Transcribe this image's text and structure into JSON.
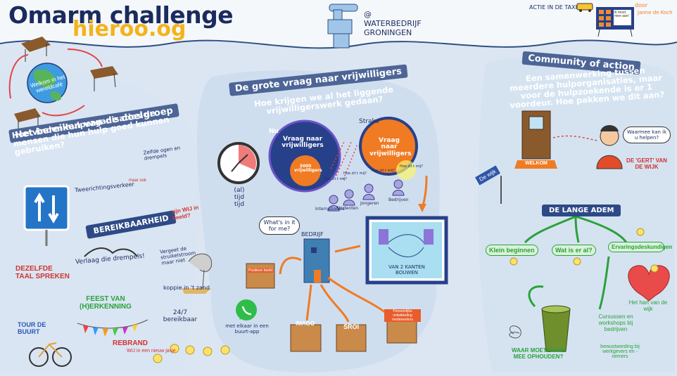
{
  "header": {
    "title": "Omarm challenge",
    "brand": "hieroo.og",
    "organizer": "@ WATERBEDRIJF GRONINGEN",
    "actie_label": "ACTIE IN DE TAXI",
    "door_label": "door",
    "author": "Janne de Koch",
    "board_text": "ik moet mee aan!"
  },
  "left": {
    "globe_text": "Welkom in het wereldcafé",
    "section_title": "Het bereiken van de doelgroep",
    "section_question": "Hoe vinden hulporganisaties de mensen die hun hulp goed kunnen gebruiken?",
    "center_label": "BEREIKBAARHEID",
    "items": {
      "tweerichtingsverkeer": "Tweerichtingsverkeer",
      "maar_ook": "maar ook",
      "zelfde_ogen": "Zelfde ogen en drempels",
      "zijn_wij": "zijn WIJ in beeld?",
      "verlaag": "Verlaag die drempels!",
      "vergeet": "Vergeet de struikelstroom maar niet",
      "koppie": "koppie in 't zand",
      "dezelfde_taal": "DEZELFDE TAAL SPREKEN",
      "feest": "FEEST VAN (H)ERKENNING",
      "tour": "TOUR DE BUURT",
      "rebrand": "REBRAND",
      "wij_nieuw": "WIJ in een nieuw jasje",
      "bereikbaar": "24/7 bereikbaar"
    }
  },
  "middle": {
    "section_title": "De grote vraag naar vrijwilligers",
    "section_question": "Hoe krijgen we al het liggende vrijwilligerswerk gedaan?",
    "nu": "Nu",
    "straks": "Straks",
    "bubble_now": "Vraag naar vrijwilligers",
    "bubble_now_inner": "3000 vrijwilligers",
    "bubble_later": "Vraag naar vrijwilligers",
    "people": [
      "Internationals",
      "Studenten",
      "Jongeren",
      "Bedrijven"
    ],
    "speech": "Hoe zit t mij?",
    "tijd": "(al) tijd tijd",
    "bedrijf": "BEDRIJF",
    "whats_in": "What's in it for me?",
    "van_kanten": "VAN 2 KANTEN BOUWEN",
    "boxes": [
      "Positieve beeld",
      "IMAGO",
      "SROI",
      "Persoonlijke ontwikkeling medewerkers"
    ],
    "whatsapp_text": "met elkaar in een buurt-app"
  },
  "right": {
    "section_title": "Community of action",
    "section_question": "Een samenwerking tussen meerdere hulporganisaties, maar voor de hulpzoekende is er 1 voordeur. Hoe pakken we dit aan?",
    "welkom": "WELKOM",
    "speech": "Waarmee kan ik u helpen?",
    "gert": "DE 'GERT' VAN DE WIJK",
    "sign": "De wijk",
    "lange_adem": "DE LANGE ADEM",
    "branches": [
      "Klein beginnen",
      "Wat is er al?",
      "Ervaringsdeskundigen"
    ],
    "heart": "Het hart van de wijk",
    "waar_moeten": "WAAR MOETEN WE MEE OPHOUDEN?",
    "cursussen": "Cursussen en workshops bij bedrijven",
    "bewustwording": "bewustwording bij werkgevers en -nemers"
  }
}
